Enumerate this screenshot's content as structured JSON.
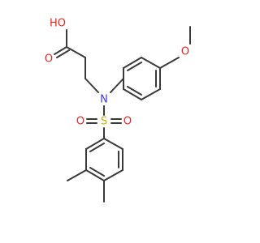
{
  "molecule": {
    "atoms": {
      "ho": {
        "text": "HO",
        "color": "#e8261f"
      },
      "o_carbonyl": {
        "text": "O",
        "color": "#e8261f"
      },
      "n": {
        "text": "N",
        "color": "#3b3bd8"
      },
      "s": {
        "text": "S",
        "color": "#c9b400"
      },
      "o_sulfonyl_left": {
        "text": "O",
        "color": "#e8261f"
      },
      "o_sulfonyl_right": {
        "text": "O",
        "color": "#e8261f"
      },
      "o_methoxy": {
        "text": "O",
        "color": "#e8261f"
      }
    },
    "bond_color": "#3a3a3a"
  }
}
